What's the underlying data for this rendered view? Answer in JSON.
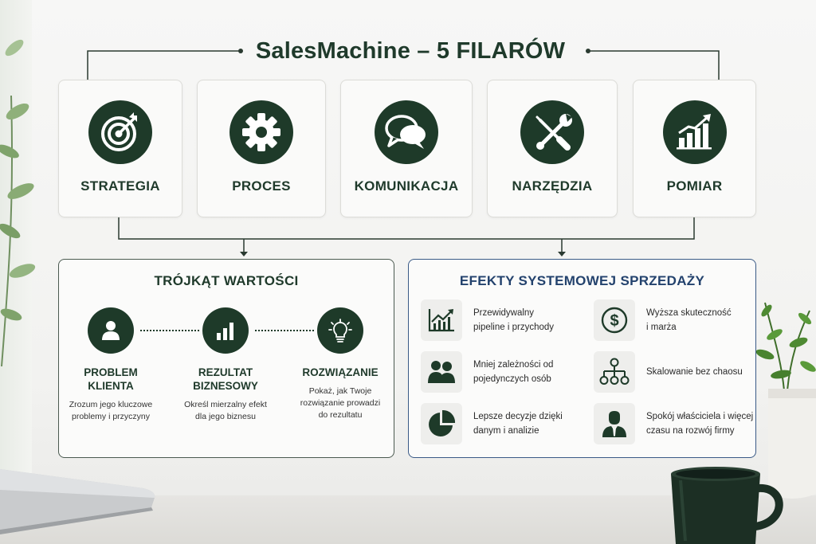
{
  "title": "SalesMachine – 5 FILARÓW",
  "pillars": [
    {
      "label": "STRATEGIA",
      "icon": "target-icon"
    },
    {
      "label": "PROCES",
      "icon": "gear-icon"
    },
    {
      "label": "KOMUNIKACJA",
      "icon": "chat-bubbles-icon"
    },
    {
      "label": "NARZĘDZIA",
      "icon": "wrench-screwdriver-icon"
    },
    {
      "label": "POMIAR",
      "icon": "bar-chart-growth-icon"
    }
  ],
  "value_triangle": {
    "title": "TRÓJKĄT WARTOŚCI",
    "items": [
      {
        "label_line1": "PROBLEM",
        "label_line2": "KLIENTA",
        "desc_line1": "Zrozum jego kluczowe",
        "desc_line2": "problemy i przyczyny",
        "desc_line3": "",
        "icon": "person-icon"
      },
      {
        "label_line1": "REZULTAT",
        "label_line2": "BIZNESOWY",
        "desc_line1": "Określ mierzalny efekt",
        "desc_line2": "dla jego biznesu",
        "desc_line3": "",
        "icon": "bar-chart-icon"
      },
      {
        "label_line1": "ROZWIĄZANIE",
        "label_line2": "",
        "desc_line1": "Pokaż, jak Twoje",
        "desc_line2": "rozwiązanie prowadzi",
        "desc_line3": "do rezultatu",
        "icon": "lightbulb-icon"
      }
    ]
  },
  "effects": {
    "title": "EFEKTY SYSTEMOWEJ SPRZEDAŻY",
    "items": [
      {
        "line1": "Przewidywalny",
        "line2": "pipeline i przychody",
        "icon": "line-chart-icon"
      },
      {
        "line1": "Wyższa skuteczność",
        "line2": "i marża",
        "icon": "dollar-icon"
      },
      {
        "line1": "Mniej zależności od",
        "line2": "pojedynczych osób",
        "icon": "people-icon"
      },
      {
        "line1": "Skalowanie bez chaosu",
        "line2": "",
        "icon": "org-chart-icon"
      },
      {
        "line1": "Lepsze decyzje dzięki",
        "line2": "danym i analizie",
        "icon": "pie-chart-icon"
      },
      {
        "line1": "Spokój właściciela i więcej",
        "line2": "czasu na rozwój firmy",
        "icon": "businessman-icon"
      }
    ]
  },
  "colors": {
    "dark_green": "#1e3a29",
    "navy": "#23426d",
    "panel_border_right": "#3a5a86"
  }
}
